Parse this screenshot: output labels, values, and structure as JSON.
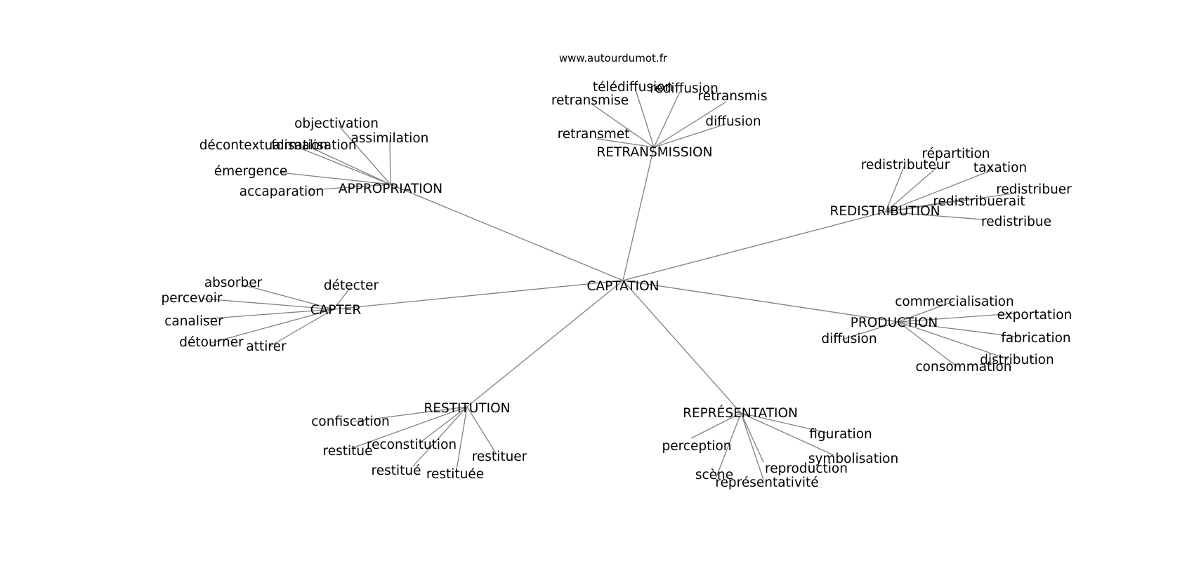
{
  "credit": "www.autourdumot.fr",
  "colors": {
    "edge": "#808080",
    "text": "#000000",
    "background": "#ffffff"
  },
  "graph": {
    "root": "CAPTATION",
    "clusters": [
      {
        "hub": "RETRANSMISSION",
        "words": [
          "télédiffusion",
          "rediffusion",
          "retransmis",
          "retransmise",
          "diffusion",
          "retransmet"
        ]
      },
      {
        "hub": "APPROPRIATION",
        "words": [
          "objectivation",
          "assimilation",
          "décontextualisation",
          "formalisation",
          "émergence",
          "accaparation"
        ]
      },
      {
        "hub": "REDISTRIBUTION",
        "words": [
          "répartition",
          "redistributeur",
          "taxation",
          "redistribuer",
          "redistribuerait",
          "redistribue"
        ]
      },
      {
        "hub": "CAPTER",
        "words": [
          "absorber",
          "détecter",
          "percevoir",
          "canaliser",
          "détourner",
          "attirer"
        ]
      },
      {
        "hub": "PRODUCTION",
        "words": [
          "commercialisation",
          "exportation",
          "diffusion",
          "fabrication",
          "distribution",
          "consommation"
        ]
      },
      {
        "hub": "RESTITUTION",
        "words": [
          "confiscation",
          "reconstitution",
          "restitue",
          "restituer",
          "restitué",
          "restituée"
        ]
      },
      {
        "hub": "REPRÉSENTATION",
        "words": [
          "figuration",
          "perception",
          "symbolisation",
          "reproduction",
          "scène",
          "représentativité"
        ]
      }
    ]
  }
}
